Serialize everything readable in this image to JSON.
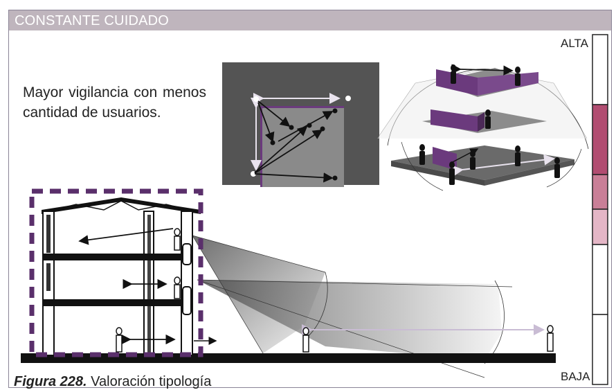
{
  "header": {
    "title": "CONSTANTE CUIDADO"
  },
  "description": "Mayor vigilancia con menos cantidad de usuarios.",
  "caption": {
    "label": "Figura 228.",
    "text": "Valoración tipología"
  },
  "scale": {
    "high_label": "ALTA",
    "low_label": "BAJA",
    "levels": [
      {
        "color": "#ffffff"
      },
      {
        "color": "#b14d71"
      },
      {
        "color": "#c97f97"
      },
      {
        "color": "#e4b6c6"
      },
      {
        "color": "#ffffff"
      },
      {
        "color": "#ffffff"
      }
    ]
  },
  "colors": {
    "accent_purple": "#6b3a7d",
    "plan_dark": "#545454",
    "plan_light": "#8a8a8a",
    "header_bg": "#bfb5bd"
  }
}
